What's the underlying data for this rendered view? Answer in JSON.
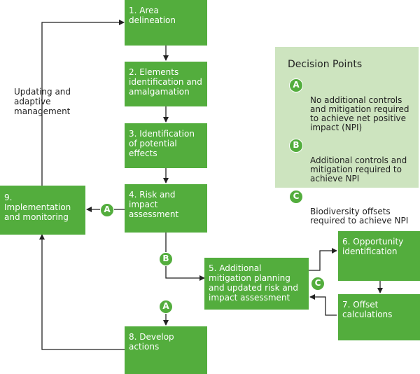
{
  "boxes": [
    {
      "text": "1. Area\ndelineation"
    },
    {
      "text": "2. Elements\nidentification and\namalgamation"
    },
    {
      "text": "3. Identification\nof potential\neffects"
    },
    {
      "text": "4. Risk and\nimpact\nassessment"
    },
    {
      "text": "5. Additional\nmitigation planning\nand updated risk and\nimpact assessment"
    },
    {
      "text": "6. Opportunity\nidentification"
    },
    {
      "text": "7. Offset\ncalculations"
    },
    {
      "text": "8. Develop\nactions"
    },
    {
      "text": "9. Implementation\nand monitoring"
    }
  ],
  "side_label": "Updating and\nadaptive\nmanagement",
  "badges": {
    "a1": "A",
    "a2": "A",
    "b": "B",
    "c": "C"
  },
  "legend": {
    "title": "Decision Points",
    "items": [
      {
        "badge": "A",
        "text": "No additional controls\nand mitigation required\nto achieve net positive\nimpact (NPI)"
      },
      {
        "badge": "B",
        "text": "Additional controls and\nmitigation required to\nachieve NPI"
      },
      {
        "badge": "C",
        "text": "Biodiversity offsets\nrequired to achieve NPI"
      }
    ]
  },
  "colors": {
    "box": "#53ad3d",
    "legend_bg": "#cde4bf",
    "line": "#222222"
  }
}
